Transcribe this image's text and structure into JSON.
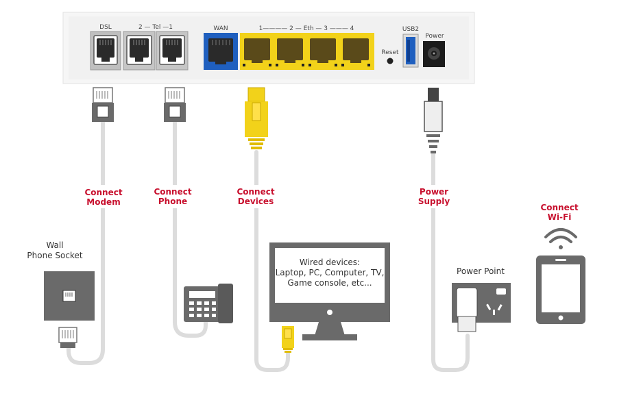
{
  "router": {
    "port_labels": {
      "dsl": "DSL",
      "tel": "2 — Tel —1",
      "wan": "WAN",
      "eth": "1———— 2 — Eth — 3 ——— 4",
      "reset": "Reset",
      "usb": "USB2",
      "power": "Power"
    }
  },
  "connections": {
    "modem": [
      "Connect",
      "Modem"
    ],
    "phone": [
      "Connect",
      "Phone"
    ],
    "devices": [
      "Connect",
      "Devices"
    ],
    "power": [
      "Power",
      "Supply"
    ],
    "wifi": [
      "Connect",
      "Wi-Fi"
    ]
  },
  "endpoints": {
    "wall_socket": [
      "Wall",
      "Phone Socket"
    ],
    "monitor_text": [
      "Wired devices:",
      "Laptop, PC, Computer, TV,",
      "Game console, etc..."
    ],
    "power_point": "Power Point"
  },
  "colors": {
    "accent_red": "#c8102e",
    "port_blue": "#1f5fbf",
    "port_yellow": "#f2d21a",
    "cable_gray": "#dcdcdc",
    "device_gray": "#6a6a6a"
  }
}
